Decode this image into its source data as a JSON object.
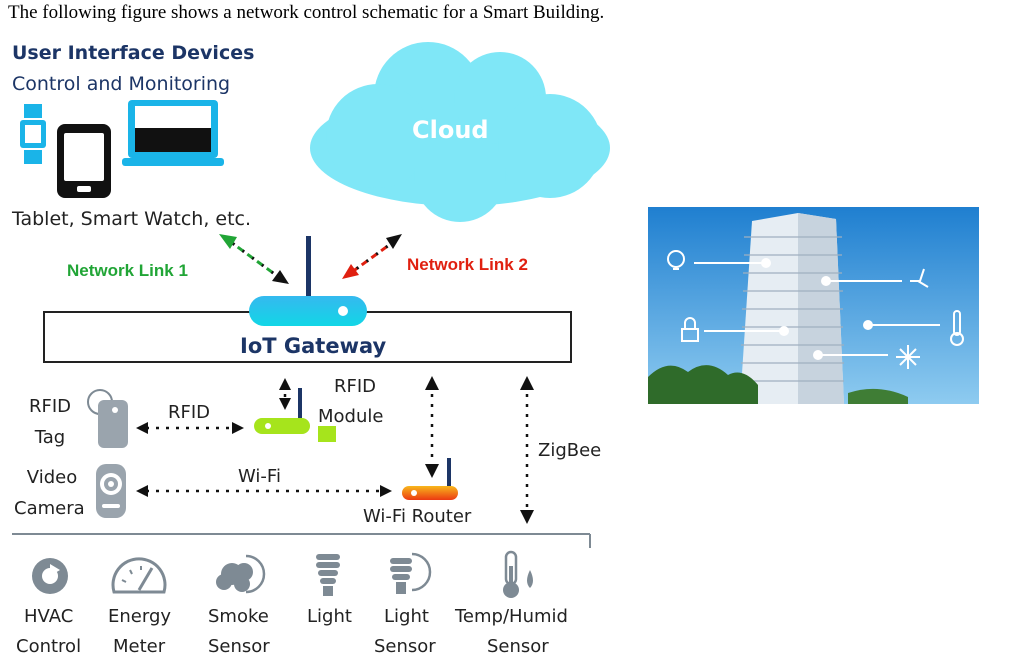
{
  "caption": "The following figure shows a network control schematic for a Smart Building.",
  "ui_devices": {
    "title": "User Interface Devices",
    "subtitle": "Control and Monitoring",
    "examples": "Tablet, Smart Watch, etc."
  },
  "cloud": "Cloud",
  "links": {
    "link1": "Network Link 1",
    "link2": "Network Link 2"
  },
  "gateway": "IoT Gateway",
  "rfid": {
    "tag_line1": "RFID",
    "tag_line2": "Tag",
    "connection": "RFID",
    "module_line1": "RFID",
    "module_line2": "Module"
  },
  "camera": {
    "line1": "Video",
    "line2": "Camera",
    "connection": "Wi-Fi"
  },
  "router": "Wi-Fi Router",
  "zigbee": "ZigBee",
  "devices": [
    {
      "line1": "HVAC",
      "line2": "Control",
      "icon": "hvac-icon"
    },
    {
      "line1": "Energy",
      "line2": "Meter",
      "icon": "energy-meter-icon"
    },
    {
      "line1": "Smoke",
      "line2": "Sensor",
      "icon": "smoke-sensor-icon"
    },
    {
      "line1": "Light",
      "line2": "",
      "icon": "light-bulb-icon"
    },
    {
      "line1": "Light",
      "line2": "Sensor",
      "icon": "light-sensor-icon"
    },
    {
      "line1": "Temp/Humid",
      "line2": "Sensor",
      "icon": "temp-humid-icon"
    }
  ],
  "colors": {
    "navy": "#1c3566",
    "cyan": "#1ab4e8",
    "cloud": "#7fe7f7",
    "link1": "#21a536",
    "link2": "#e02010",
    "gray_icon": "#7e8a94"
  }
}
